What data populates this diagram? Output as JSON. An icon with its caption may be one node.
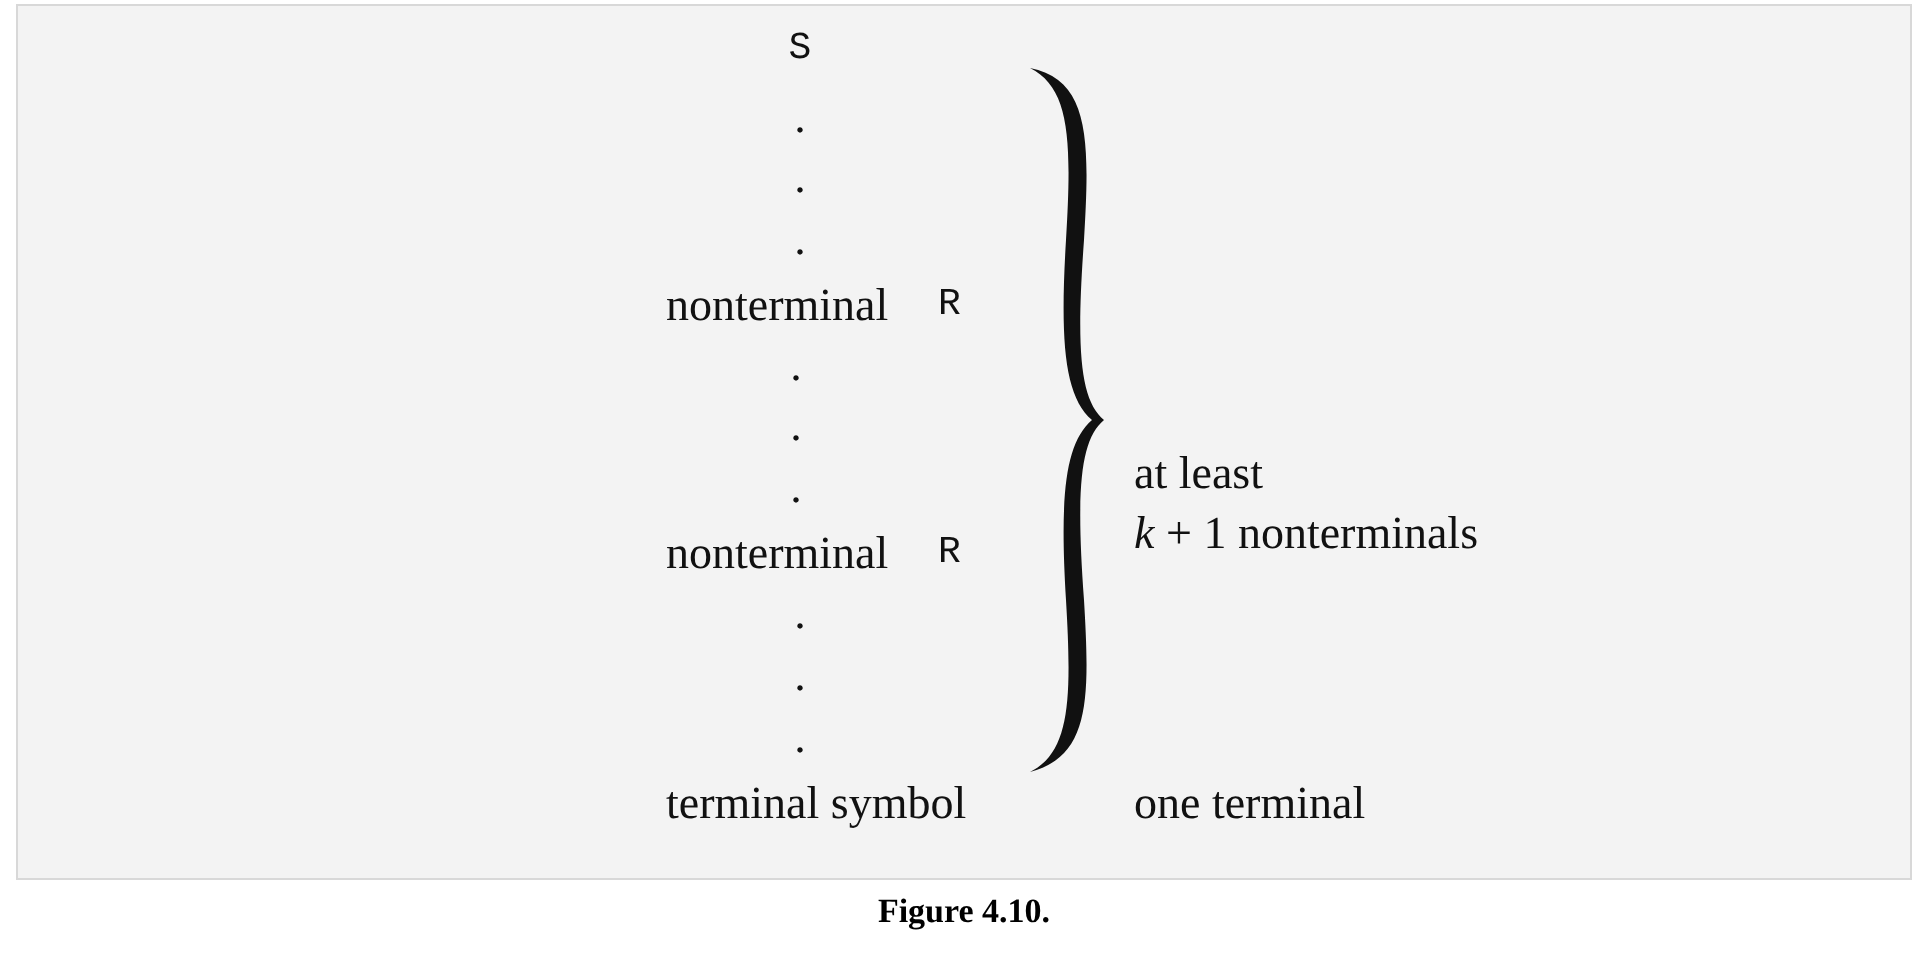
{
  "diagram": {
    "caption": "Figure 4.10.",
    "labels": [
      "S",
      ".",
      ".",
      ".",
      "nonterminal",
      "R",
      ".",
      "at least",
      "*k* + 1 nonterminals",
      ".",
      ".",
      "nonterminal",
      "R",
      ".",
      ".",
      ".",
      "terminal symbol",
      "one terminal"
    ]
  }
}
